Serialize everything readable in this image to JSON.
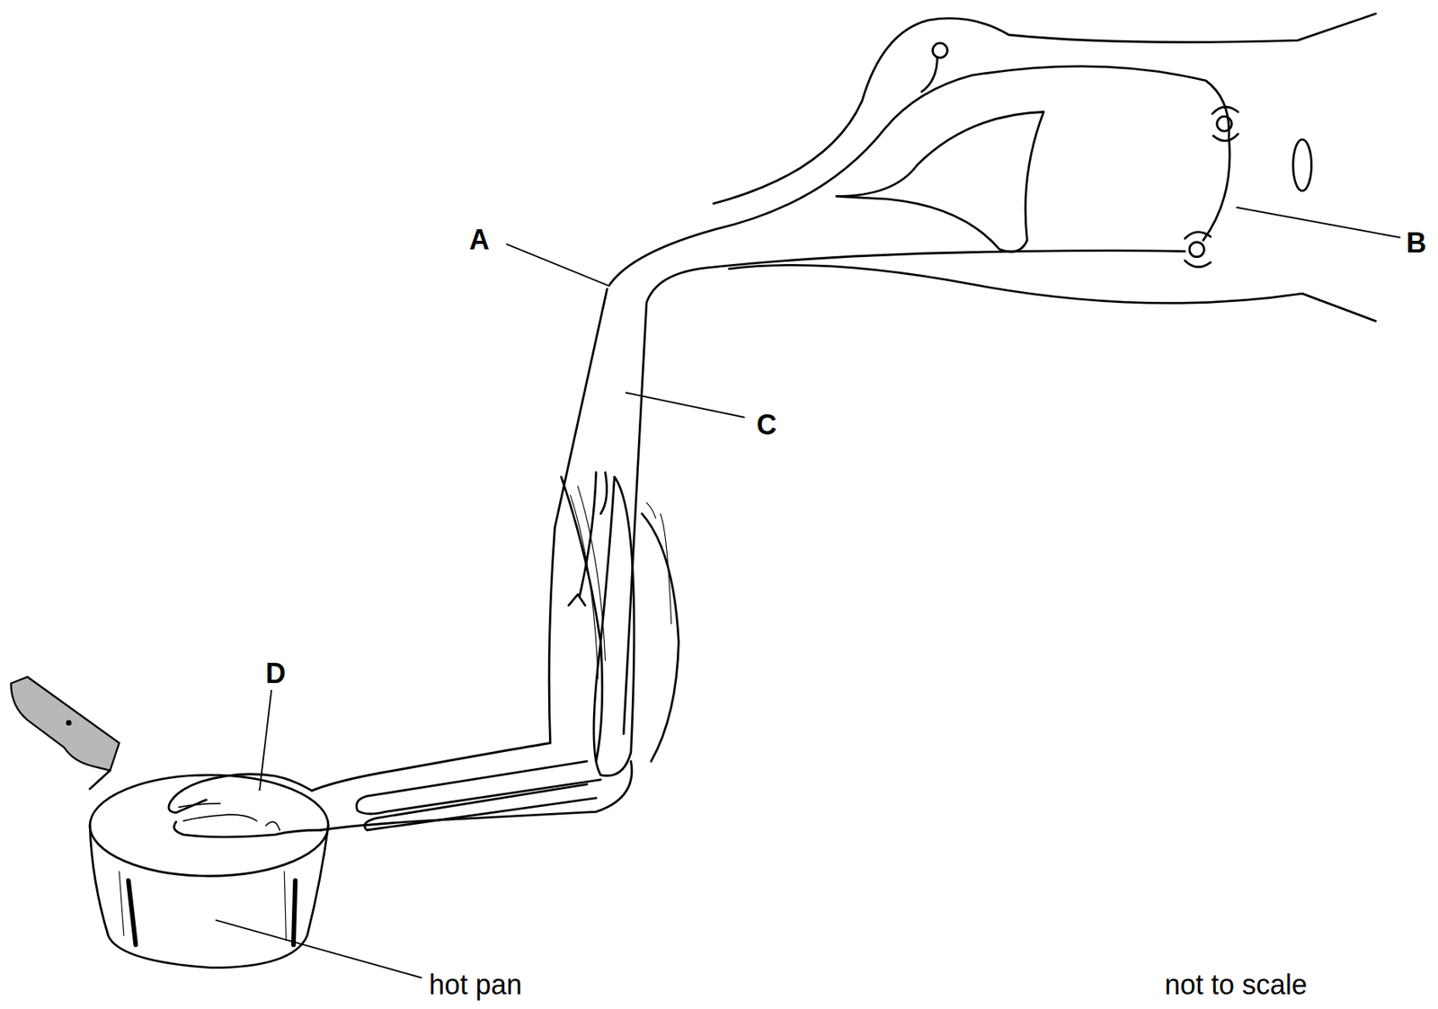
{
  "diagram": {
    "labels": [
      "A",
      "B",
      "C",
      "D",
      "hot pan",
      "not to scale"
    ]
  }
}
